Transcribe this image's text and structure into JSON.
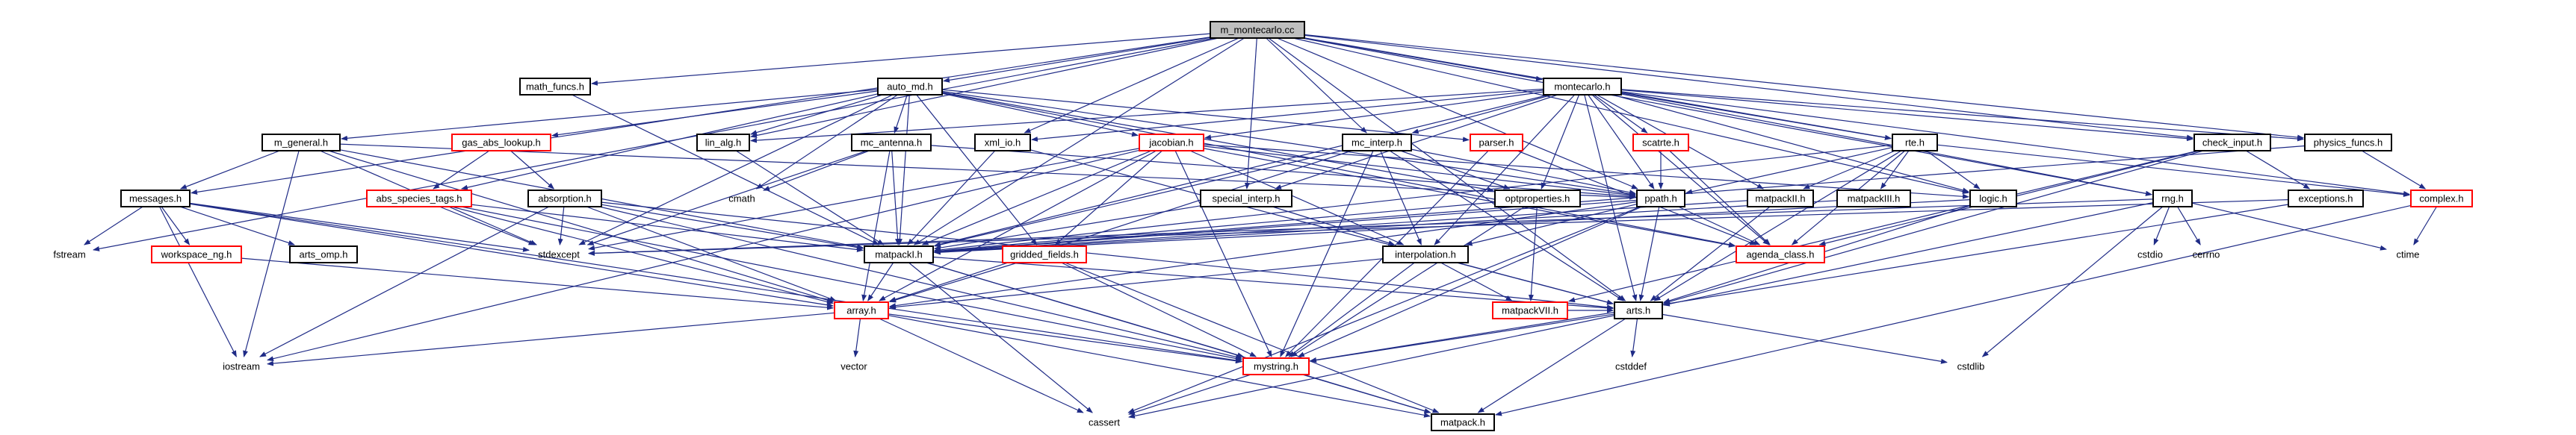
{
  "colors": {
    "root_fill": "#bfbfbf",
    "header_border": "#000000",
    "missing_border": "#ff0000",
    "edge": "#1f2b86"
  },
  "nodes": [
    {
      "id": "m_montecarlo_cc",
      "label": "m_montecarlo.cc",
      "kind": "root"
    },
    {
      "id": "math_funcs",
      "label": "math_funcs.h",
      "kind": "boxed"
    },
    {
      "id": "auto_md",
      "label": "auto_md.h",
      "kind": "boxed"
    },
    {
      "id": "montecarlo",
      "label": "montecarlo.h",
      "kind": "boxed"
    },
    {
      "id": "m_general",
      "label": "m_general.h",
      "kind": "boxed"
    },
    {
      "id": "gas_abs_lookup",
      "label": "gas_abs_lookup.h",
      "kind": "missing"
    },
    {
      "id": "mc_antenna",
      "label": "mc_antenna.h",
      "kind": "boxed"
    },
    {
      "id": "lin_alg",
      "label": "lin_alg.h",
      "kind": "boxed"
    },
    {
      "id": "xml_io",
      "label": "xml_io.h",
      "kind": "boxed"
    },
    {
      "id": "jacobian",
      "label": "jacobian.h",
      "kind": "missing"
    },
    {
      "id": "mc_interp",
      "label": "mc_interp.h",
      "kind": "boxed"
    },
    {
      "id": "parser",
      "label": "parser.h",
      "kind": "missing"
    },
    {
      "id": "scatrte",
      "label": "scatrte.h",
      "kind": "missing"
    },
    {
      "id": "rte",
      "label": "rte.h",
      "kind": "boxed"
    },
    {
      "id": "check_input",
      "label": "check_input.h",
      "kind": "boxed"
    },
    {
      "id": "physics_funcs",
      "label": "physics_funcs.h",
      "kind": "boxed"
    },
    {
      "id": "messages",
      "label": "messages.h",
      "kind": "boxed"
    },
    {
      "id": "abs_species_tags",
      "label": "abs_species_tags.h",
      "kind": "missing"
    },
    {
      "id": "absorption",
      "label": "absorption.h",
      "kind": "boxed"
    },
    {
      "id": "cmath",
      "label": "cmath",
      "kind": "plain"
    },
    {
      "id": "special_interp",
      "label": "special_interp.h",
      "kind": "boxed"
    },
    {
      "id": "optproperties",
      "label": "optproperties.h",
      "kind": "boxed"
    },
    {
      "id": "ppath",
      "label": "ppath.h",
      "kind": "boxed"
    },
    {
      "id": "matpackII",
      "label": "matpackII.h",
      "kind": "boxed"
    },
    {
      "id": "matpackIII",
      "label": "matpackIII.h",
      "kind": "boxed"
    },
    {
      "id": "logic",
      "label": "logic.h",
      "kind": "boxed"
    },
    {
      "id": "rng",
      "label": "rng.h",
      "kind": "boxed"
    },
    {
      "id": "exceptions",
      "label": "exceptions.h",
      "kind": "boxed"
    },
    {
      "id": "complex",
      "label": "complex.h",
      "kind": "missing"
    },
    {
      "id": "fstream",
      "label": "fstream",
      "kind": "plain"
    },
    {
      "id": "workspace_ng",
      "label": "workspace_ng.h",
      "kind": "missing"
    },
    {
      "id": "arts_omp",
      "label": "arts_omp.h",
      "kind": "boxed"
    },
    {
      "id": "stdexcept",
      "label": "stdexcept",
      "kind": "plain"
    },
    {
      "id": "matpackI",
      "label": "matpackI.h",
      "kind": "boxed"
    },
    {
      "id": "gridded_fields",
      "label": "gridded_fields.h",
      "kind": "missing"
    },
    {
      "id": "interpolation",
      "label": "interpolation.h",
      "kind": "boxed"
    },
    {
      "id": "agenda_class",
      "label": "agenda_class.h",
      "kind": "missing"
    },
    {
      "id": "cstdio",
      "label": "cstdio",
      "kind": "plain"
    },
    {
      "id": "cerrno",
      "label": "cerrno",
      "kind": "plain"
    },
    {
      "id": "ctime",
      "label": "ctime",
      "kind": "plain"
    },
    {
      "id": "array",
      "label": "array.h",
      "kind": "missing"
    },
    {
      "id": "matpackVII",
      "label": "matpackVII.h",
      "kind": "missing"
    },
    {
      "id": "arts",
      "label": "arts.h",
      "kind": "boxed"
    },
    {
      "id": "iostream",
      "label": "iostream",
      "kind": "plain"
    },
    {
      "id": "vector",
      "label": "vector",
      "kind": "plain"
    },
    {
      "id": "mystring",
      "label": "mystring.h",
      "kind": "missing"
    },
    {
      "id": "cstddef",
      "label": "cstddef",
      "kind": "plain"
    },
    {
      "id": "cstdlib",
      "label": "cstdlib",
      "kind": "plain"
    },
    {
      "id": "cassert",
      "label": "cassert",
      "kind": "plain"
    },
    {
      "id": "matpack",
      "label": "matpack.h",
      "kind": "boxed"
    }
  ],
  "edges": [
    [
      "m_montecarlo_cc",
      "math_funcs"
    ],
    [
      "m_montecarlo_cc",
      "auto_md"
    ],
    [
      "m_montecarlo_cc",
      "montecarlo"
    ],
    [
      "m_montecarlo_cc",
      "messages"
    ],
    [
      "m_montecarlo_cc",
      "fstream"
    ],
    [
      "m_montecarlo_cc",
      "lin_alg"
    ],
    [
      "m_montecarlo_cc",
      "xml_io"
    ],
    [
      "m_montecarlo_cc",
      "mc_interp"
    ],
    [
      "m_montecarlo_cc",
      "rte"
    ],
    [
      "m_montecarlo_cc",
      "special_interp"
    ],
    [
      "m_montecarlo_cc",
      "check_input"
    ],
    [
      "m_montecarlo_cc",
      "physics_funcs"
    ],
    [
      "m_montecarlo_cc",
      "matpackI"
    ],
    [
      "m_montecarlo_cc",
      "arts"
    ],
    [
      "m_montecarlo_cc",
      "logic"
    ],
    [
      "m_montecarlo_cc",
      "ppath"
    ],
    [
      "m_montecarlo_cc",
      "rng"
    ],
    [
      "math_funcs",
      "matpackI"
    ],
    [
      "auto_md",
      "m_general"
    ],
    [
      "auto_md",
      "gas_abs_lookup"
    ],
    [
      "auto_md",
      "mc_antenna"
    ],
    [
      "auto_md",
      "jacobian"
    ],
    [
      "auto_md",
      "parser"
    ],
    [
      "auto_md",
      "optproperties"
    ],
    [
      "auto_md",
      "matpackI"
    ],
    [
      "auto_md",
      "gridded_fields"
    ],
    [
      "auto_md",
      "ppath"
    ],
    [
      "auto_md",
      "agenda_class"
    ],
    [
      "auto_md",
      "cmath"
    ],
    [
      "auto_md",
      "lin_alg"
    ],
    [
      "auto_md",
      "stdexcept"
    ],
    [
      "auto_md",
      "abs_species_tags"
    ],
    [
      "montecarlo",
      "xml_io"
    ],
    [
      "montecarlo",
      "lin_alg"
    ],
    [
      "montecarlo",
      "jacobian"
    ],
    [
      "montecarlo",
      "mc_interp"
    ],
    [
      "montecarlo",
      "scatrte"
    ],
    [
      "montecarlo",
      "rte"
    ],
    [
      "montecarlo",
      "check_input"
    ],
    [
      "montecarlo",
      "physics_funcs"
    ],
    [
      "montecarlo",
      "special_interp"
    ],
    [
      "montecarlo",
      "optproperties"
    ],
    [
      "montecarlo",
      "ppath"
    ],
    [
      "montecarlo",
      "logic"
    ],
    [
      "montecarlo",
      "rng"
    ],
    [
      "montecarlo",
      "matpackII"
    ],
    [
      "montecarlo",
      "arts"
    ],
    [
      "montecarlo",
      "matpackI"
    ],
    [
      "montecarlo",
      "agenda_class"
    ],
    [
      "montecarlo",
      "interpolation"
    ],
    [
      "montecarlo",
      "complex"
    ],
    [
      "m_general",
      "messages"
    ],
    [
      "m_general",
      "matpackI"
    ],
    [
      "m_general",
      "array"
    ],
    [
      "m_general",
      "stdexcept"
    ],
    [
      "m_general",
      "iostream"
    ],
    [
      "m_general",
      "ppath"
    ],
    [
      "gas_abs_lookup",
      "abs_species_tags"
    ],
    [
      "gas_abs_lookup",
      "absorption"
    ],
    [
      "mc_antenna",
      "cmath"
    ],
    [
      "mc_antenna",
      "matpackI"
    ],
    [
      "mc_antenna",
      "array"
    ],
    [
      "mc_antenna",
      "stdexcept"
    ],
    [
      "mc_antenna",
      "ppath"
    ],
    [
      "lin_alg",
      "matpackI"
    ],
    [
      "xml_io",
      "arts"
    ],
    [
      "xml_io",
      "matpackI"
    ],
    [
      "jacobian",
      "matpackI"
    ],
    [
      "jacobian",
      "ppath"
    ],
    [
      "jacobian",
      "gridded_fields"
    ],
    [
      "jacobian",
      "mystring"
    ],
    [
      "jacobian",
      "iostream"
    ],
    [
      "jacobian",
      "agenda_class"
    ],
    [
      "jacobian",
      "array"
    ],
    [
      "jacobian",
      "interpolation"
    ],
    [
      "jacobian",
      "logic"
    ],
    [
      "jacobian",
      "stdexcept"
    ],
    [
      "mc_interp",
      "interpolation"
    ],
    [
      "mc_interp",
      "matpackI"
    ],
    [
      "mc_interp",
      "ppath"
    ],
    [
      "mc_interp",
      "optproperties"
    ],
    [
      "mc_interp",
      "array"
    ],
    [
      "mc_interp",
      "mystring"
    ],
    [
      "mc_interp",
      "arts"
    ],
    [
      "parser",
      "agenda_class"
    ],
    [
      "parser",
      "mystring"
    ],
    [
      "scatrte",
      "ppath"
    ],
    [
      "scatrte",
      "agenda_class"
    ],
    [
      "rte",
      "ppath"
    ],
    [
      "rte",
      "matpackI"
    ],
    [
      "rte",
      "agenda_class"
    ],
    [
      "rte",
      "logic"
    ],
    [
      "rte",
      "matpackII"
    ],
    [
      "rte",
      "matpackIII"
    ],
    [
      "rte",
      "arts"
    ],
    [
      "rte",
      "complex"
    ],
    [
      "check_input",
      "exceptions"
    ],
    [
      "check_input",
      "matpackVII"
    ],
    [
      "check_input",
      "arts"
    ],
    [
      "check_input",
      "agenda_class"
    ],
    [
      "physics_funcs",
      "matpackI"
    ],
    [
      "physics_funcs",
      "complex"
    ],
    [
      "messages",
      "fstream"
    ],
    [
      "messages",
      "iostream"
    ],
    [
      "messages",
      "arts_omp"
    ],
    [
      "messages",
      "workspace_ng"
    ],
    [
      "messages",
      "stdexcept"
    ],
    [
      "messages",
      "array"
    ],
    [
      "messages",
      "mystring"
    ],
    [
      "abs_species_tags",
      "array"
    ],
    [
      "abs_species_tags",
      "matpackI"
    ],
    [
      "abs_species_tags",
      "mystring"
    ],
    [
      "abs_species_tags",
      "stdexcept"
    ],
    [
      "absorption",
      "matpackI"
    ],
    [
      "absorption",
      "array"
    ],
    [
      "absorption",
      "mystring"
    ],
    [
      "absorption",
      "stdexcept"
    ],
    [
      "absorption",
      "arts"
    ],
    [
      "absorption",
      "iostream"
    ],
    [
      "special_interp",
      "interpolation"
    ],
    [
      "special_interp",
      "matpackI"
    ],
    [
      "optproperties",
      "matpackVII"
    ],
    [
      "optproperties",
      "matpackI"
    ],
    [
      "optproperties",
      "mystring"
    ],
    [
      "ppath",
      "agenda_class"
    ],
    [
      "ppath",
      "array"
    ],
    [
      "ppath",
      "arts"
    ],
    [
      "ppath",
      "matpackI"
    ],
    [
      "ppath",
      "mystring"
    ],
    [
      "ppath",
      "interpolation"
    ],
    [
      "ppath",
      "cassert"
    ],
    [
      "matpackII",
      "arts"
    ],
    [
      "matpackII",
      "matpackI"
    ],
    [
      "matpackIII",
      "matpackI"
    ],
    [
      "logic",
      "matpackI"
    ],
    [
      "logic",
      "arts"
    ],
    [
      "rng",
      "cstdio"
    ],
    [
      "rng",
      "cerrno"
    ],
    [
      "rng",
      "ctime"
    ],
    [
      "rng",
      "arts"
    ],
    [
      "rng",
      "cstdlib"
    ],
    [
      "rng",
      "stdexcept"
    ],
    [
      "exceptions",
      "stdexcept"
    ],
    [
      "exceptions",
      "mystring"
    ],
    [
      "complex",
      "matpack"
    ],
    [
      "complex",
      "ctime"
    ],
    [
      "workspace_ng",
      "array"
    ],
    [
      "matpackI",
      "array"
    ],
    [
      "matpackI",
      "matpack"
    ],
    [
      "matpackI",
      "cassert"
    ],
    [
      "matpackI",
      "arts"
    ],
    [
      "matpackI",
      "mystring"
    ],
    [
      "gridded_fields",
      "array"
    ],
    [
      "gridded_fields",
      "mystring"
    ],
    [
      "gridded_fields",
      "matpack"
    ],
    [
      "interpolation",
      "matpackVII"
    ],
    [
      "interpolation",
      "arts"
    ],
    [
      "interpolation",
      "mystring"
    ],
    [
      "interpolation",
      "array"
    ],
    [
      "matpackVII",
      "arts"
    ],
    [
      "arts",
      "cstddef"
    ],
    [
      "arts",
      "cstdlib"
    ],
    [
      "arts",
      "mystring"
    ],
    [
      "arts",
      "matpack"
    ],
    [
      "arts",
      "cassert"
    ],
    [
      "array",
      "iostream"
    ],
    [
      "array",
      "vector"
    ],
    [
      "array",
      "mystring"
    ],
    [
      "array",
      "cassert"
    ],
    [
      "array",
      "matpack"
    ],
    [
      "mystring",
      "cassert"
    ],
    [
      "mystring",
      "matpack"
    ]
  ]
}
